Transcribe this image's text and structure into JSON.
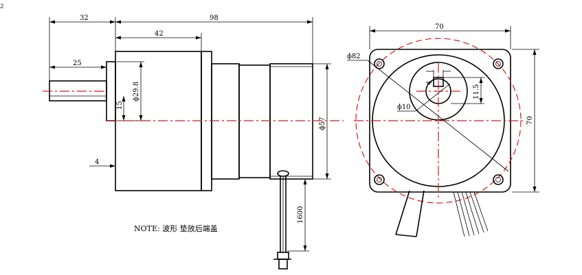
{
  "drawing": {
    "corner_mark": "2",
    "note": "NOTE: 波形 垫放后端盖",
    "side_view": {
      "overall_length": "98",
      "shaft_length": "32",
      "body_front_length": "42",
      "shaft_flat_length": "25",
      "pilot_diameter": "ϕ29.8",
      "flat_depth": "15",
      "flange_thickness": "4",
      "body_diameter": "ϕ57",
      "lead_length": "1600"
    },
    "front_view": {
      "width": "70",
      "height": "70",
      "bolt_circle": "ϕ82",
      "shaft_diameter": "ϕ10",
      "key_width": "4",
      "key_height": "11.5"
    }
  }
}
